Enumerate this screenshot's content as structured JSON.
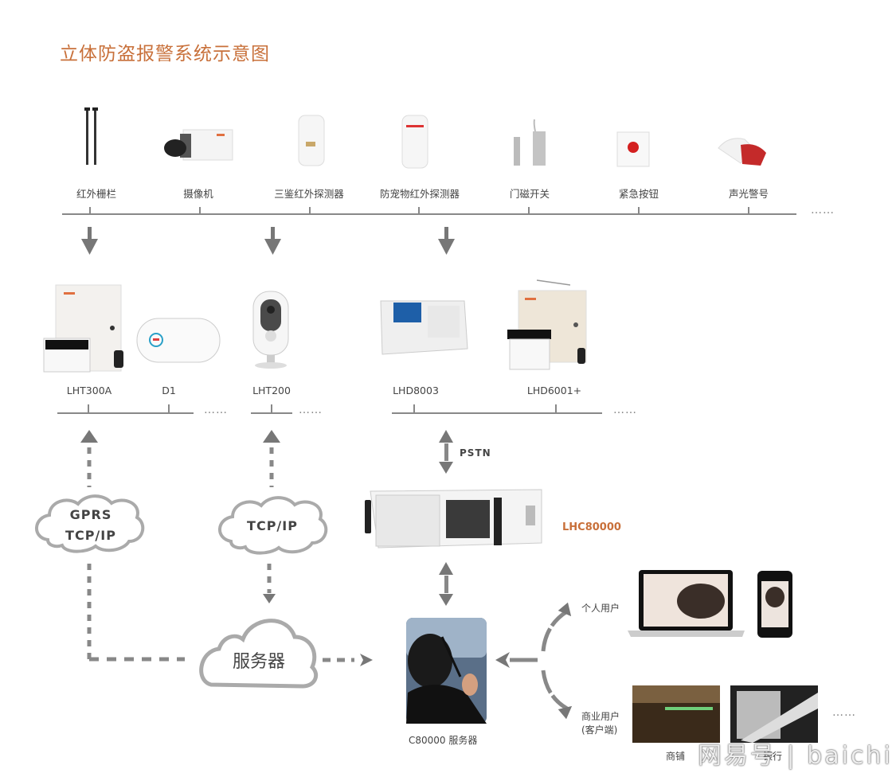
{
  "title": "立体防盗报警系统示意图",
  "sensors": {
    "items": [
      {
        "label": "红外栅栏",
        "icon": "infrared-fence-icon"
      },
      {
        "label": "摄像机",
        "icon": "camera-icon"
      },
      {
        "label": "三鉴红外探测器",
        "icon": "triple-tech-detector-icon"
      },
      {
        "label": "防宠物红外探测器",
        "icon": "pet-immune-detector-icon"
      },
      {
        "label": "门磁开关",
        "icon": "door-contact-icon"
      },
      {
        "label": "紧急按钮",
        "icon": "panic-button-icon"
      },
      {
        "label": "声光警号",
        "icon": "strobe-siren-icon"
      }
    ],
    "more": "……"
  },
  "hosts": {
    "group1": [
      {
        "label": "LHT300A"
      },
      {
        "label": "D1"
      }
    ],
    "group2": [
      {
        "label": "LHT200"
      }
    ],
    "group3": [
      {
        "label": "LHD8003"
      },
      {
        "label": "LHD6001+"
      }
    ],
    "more": "……"
  },
  "links": {
    "gprs_line1": "GPRS",
    "gprs_line2": "TCP/IP",
    "tcpip": "TCP/IP",
    "pstn": "PSTN",
    "server_cloud": "服务器"
  },
  "receiver": {
    "label": "LHC80000",
    "color": "#c8703a"
  },
  "center": {
    "label": "C80000 服务器"
  },
  "users": {
    "personal": "个人用户",
    "commercial_line1": "商业用户",
    "commercial_line2": "(客户端)",
    "shop": "商铺",
    "bank": "银行",
    "more": "……"
  },
  "watermark": "网易号 | baichi",
  "colors": {
    "accent": "#c8703a",
    "line": "#888888",
    "arrow": "#777777"
  }
}
